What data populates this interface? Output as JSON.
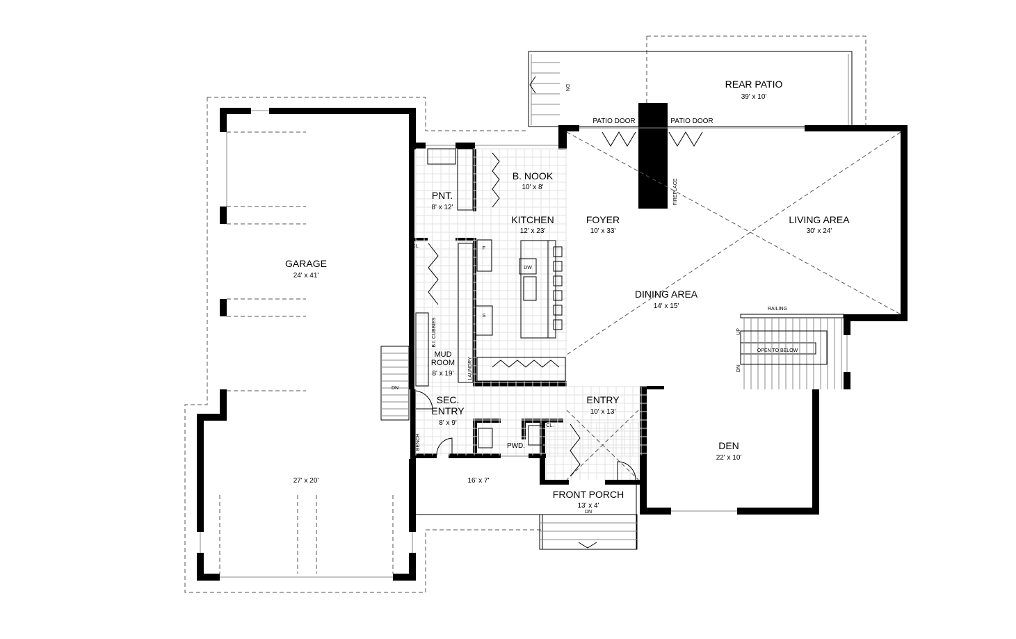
{
  "rooms": {
    "rear_patio": {
      "name": "REAR PATIO",
      "size": "39' x 10'"
    },
    "garage": {
      "name": "GARAGE",
      "size": "24' x 41'"
    },
    "garage_bay": {
      "size": "27' x 20'"
    },
    "b_nook": {
      "name": "B. NOOK",
      "size": "10' x 8'"
    },
    "pantry": {
      "name": "PNT.",
      "size": "8' x 12'"
    },
    "kitchen": {
      "name": "KITCHEN",
      "size": "12' x 23'"
    },
    "foyer": {
      "name": "FOYER",
      "size": "10' x 33'"
    },
    "living": {
      "name": "LIVING AREA",
      "size": "30' x 24'"
    },
    "dining": {
      "name": "DINING AREA",
      "size": "14' x 15'"
    },
    "mud_room": {
      "name1": "MUD",
      "name2": "ROOM",
      "size": "8' x 19'"
    },
    "sec_entry": {
      "name1": "SEC.",
      "name2": "ENTRY",
      "size": "8' x 9'"
    },
    "entry": {
      "name": "ENTRY",
      "size": "10' x 13'"
    },
    "den": {
      "name": "DEN",
      "size": "22' x 10'"
    },
    "side_porch": {
      "size": "16' x 7'"
    },
    "front_porch": {
      "name": "FRONT PORCH",
      "size": "13' x 4'"
    },
    "powder": {
      "name": "PWD."
    }
  },
  "labels": {
    "patio_door_left": "PATIO DOOR",
    "patio_door_right": "PATIO DOOR",
    "fireplace": "FIREPLACE",
    "railing": "RAILING",
    "up": "UP",
    "dn": "DN",
    "open_to_below": "OPEN TO BELOW",
    "closet": "CL.",
    "cubbies": "B.I. CUBBIES",
    "laundry": "LAUNDRY",
    "fridge": "F",
    "dishwasher": "DW",
    "stove": "S",
    "bench": "BENCH"
  }
}
